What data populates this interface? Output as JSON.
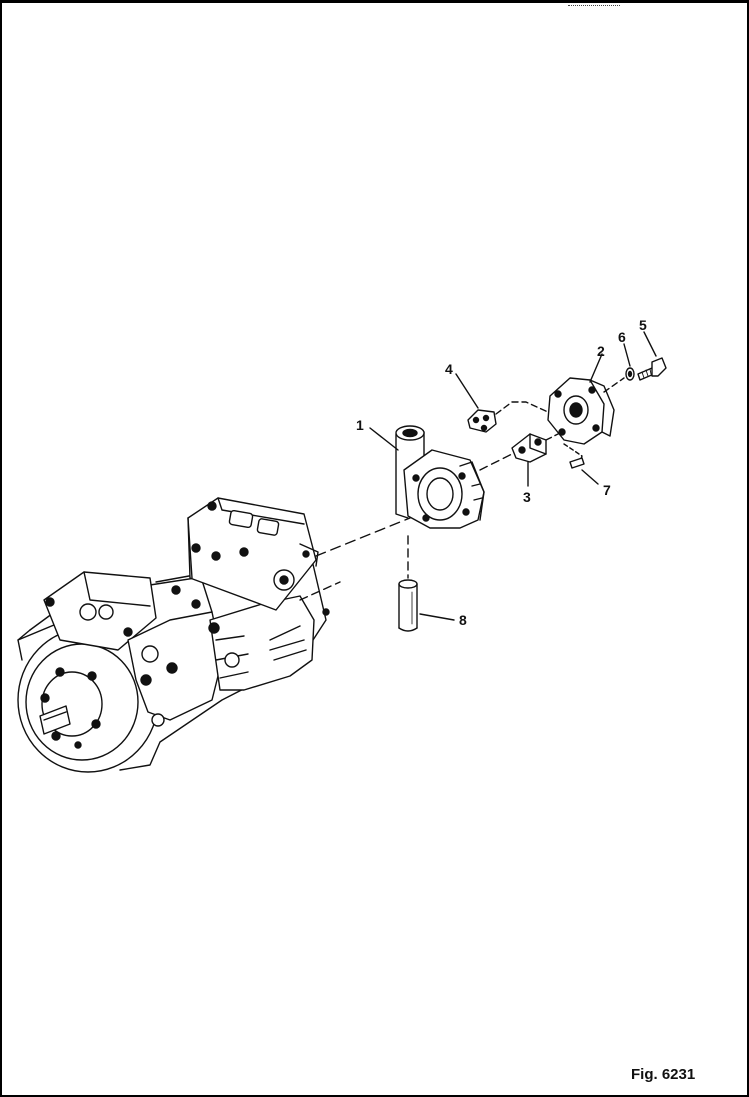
{
  "figure": {
    "label": "Fig. 6231"
  },
  "callouts": {
    "c1": "1",
    "c2": "2",
    "c3": "3",
    "c4": "4",
    "c5": "5",
    "c6": "6",
    "c7": "7",
    "c8": "8"
  },
  "colors": {
    "ink": "#111111",
    "paper": "#ffffff"
  }
}
